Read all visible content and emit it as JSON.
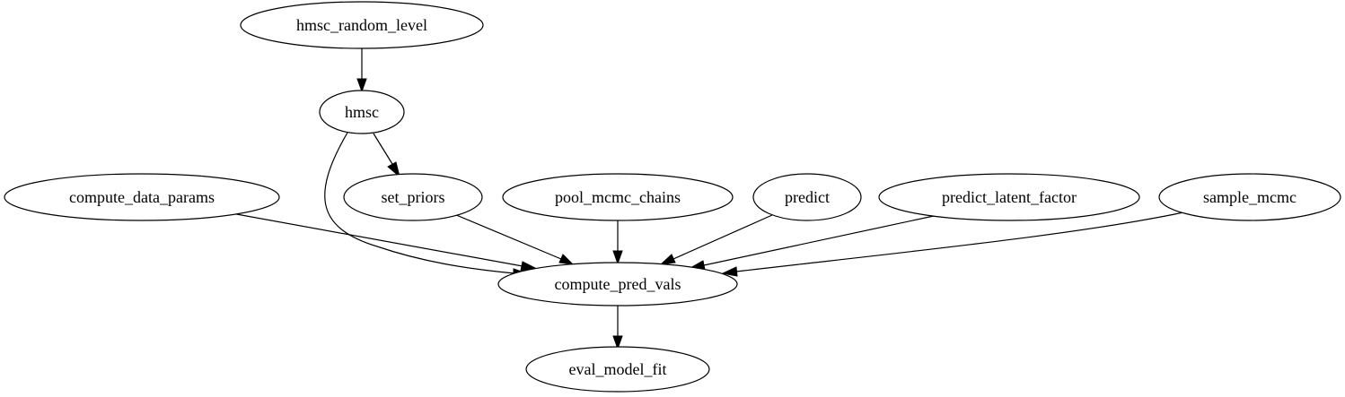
{
  "nodes": {
    "hmsc_random_level": "hmsc_random_level",
    "hmsc": "hmsc",
    "compute_data_params": "compute_data_params",
    "set_priors": "set_priors",
    "pool_mcmc_chains": "pool_mcmc_chains",
    "predict": "predict",
    "predict_latent_factor": "predict_latent_factor",
    "sample_mcmc": "sample_mcmc",
    "compute_pred_vals": "compute_pred_vals",
    "eval_model_fit": "eval_model_fit"
  },
  "edges": [
    {
      "from": "hmsc_random_level",
      "to": "hmsc"
    },
    {
      "from": "hmsc",
      "to": "set_priors"
    },
    {
      "from": "hmsc",
      "to": "compute_pred_vals"
    },
    {
      "from": "compute_data_params",
      "to": "compute_pred_vals"
    },
    {
      "from": "set_priors",
      "to": "compute_pred_vals"
    },
    {
      "from": "pool_mcmc_chains",
      "to": "compute_pred_vals"
    },
    {
      "from": "predict",
      "to": "compute_pred_vals"
    },
    {
      "from": "predict_latent_factor",
      "to": "compute_pred_vals"
    },
    {
      "from": "sample_mcmc",
      "to": "compute_pred_vals"
    },
    {
      "from": "compute_pred_vals",
      "to": "eval_model_fit"
    }
  ],
  "colors": {
    "stroke": "#000000",
    "fill": "#ffffff",
    "text": "#000000"
  }
}
